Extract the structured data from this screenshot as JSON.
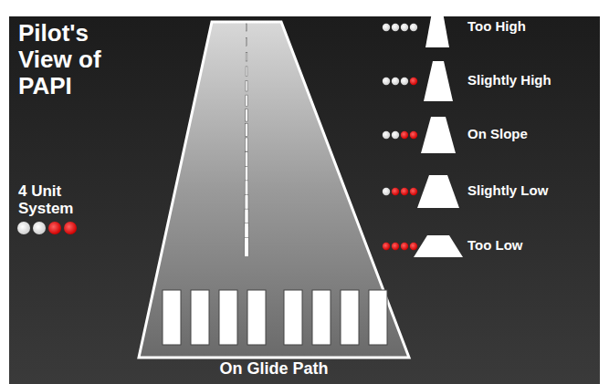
{
  "diagram": {
    "title": "Pilot's View of PAPI",
    "labels": [
      "4 Unit System",
      "On Glide Path",
      "Too High",
      "Slightly High",
      "On Slope",
      "Slightly Low",
      "Too Low"
    ]
  }
}
